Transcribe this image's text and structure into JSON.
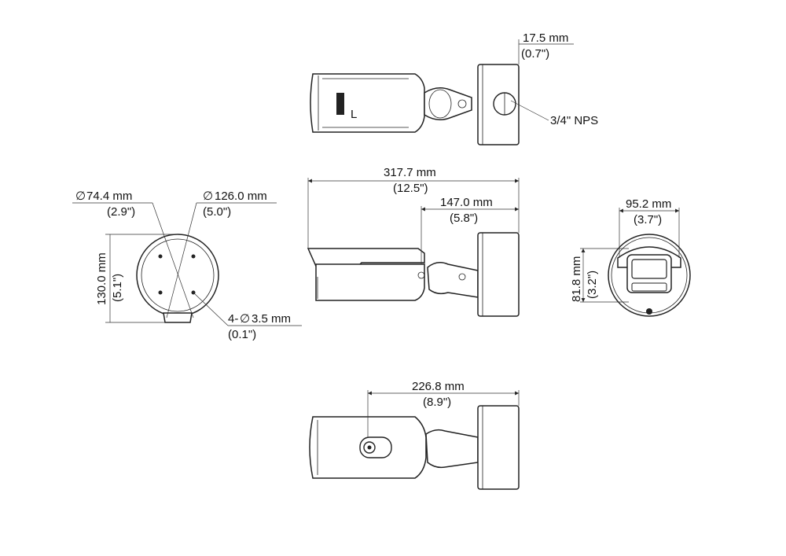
{
  "top_view": {
    "bracket_offset_mm": "17.5 mm",
    "bracket_offset_in": "(0.7\")",
    "conduit_thread": "3/4\" NPS"
  },
  "mount_view": {
    "inner_diameter_mm": "74.4 mm",
    "inner_diameter_in": "(2.9\")",
    "outer_diameter_mm": "126.0 mm",
    "outer_diameter_in": "(5.0\")",
    "height_mm": "130.0 mm",
    "height_in": "(5.1\")",
    "holes_count": "4-",
    "holes_mm": "3.5 mm",
    "holes_in": "(0.1\")",
    "diameter_symbol": "∅"
  },
  "side_view": {
    "total_length_mm": "317.7 mm",
    "total_length_in": "(12.5\")",
    "bracket_length_mm": "147.0 mm",
    "bracket_length_in": "(5.8\")"
  },
  "front_view": {
    "width_mm": "95.2 mm",
    "width_in": "(3.7\")",
    "height_mm": "81.8 mm",
    "height_in": "(3.2\")"
  },
  "bottom_view": {
    "length_mm": "226.8 mm",
    "length_in": "(8.9\")"
  }
}
